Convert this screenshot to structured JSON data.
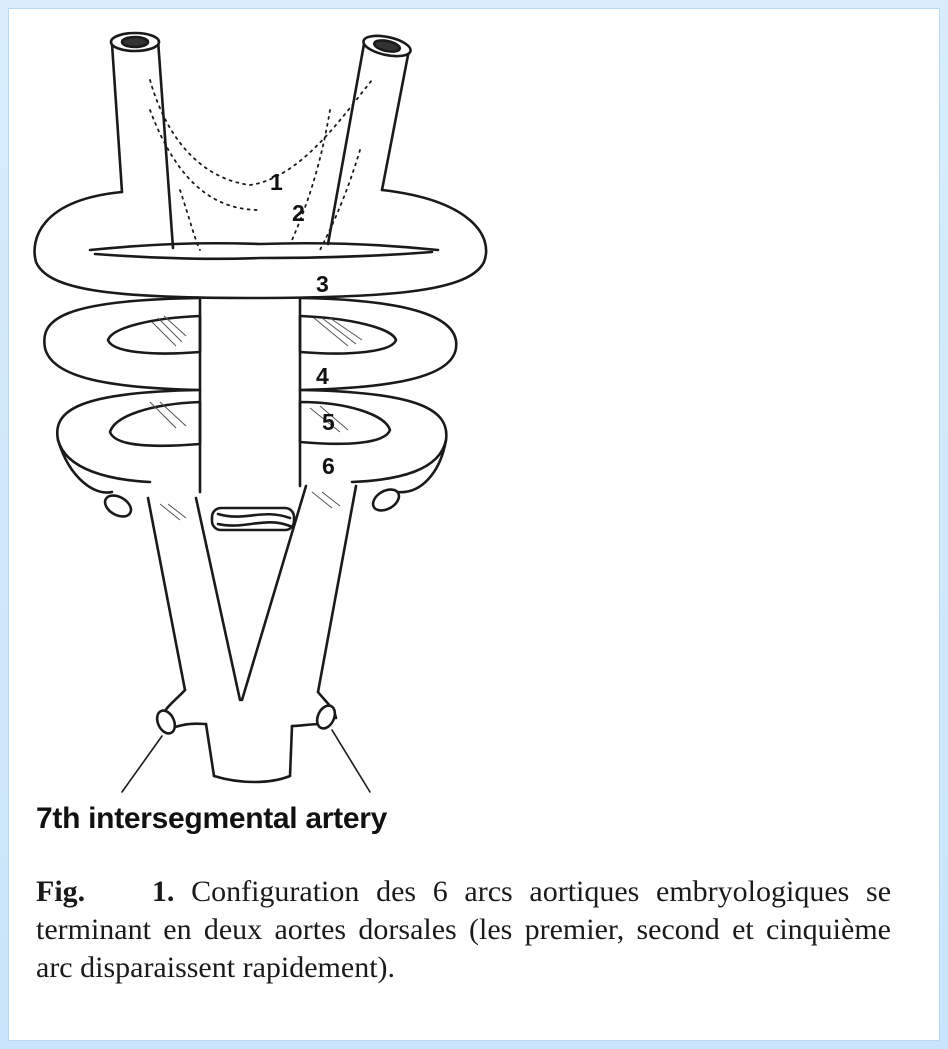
{
  "labels": {
    "arch1": "1",
    "arch2": "2",
    "arch3": "3",
    "arch4": "4",
    "arch5": "5",
    "arch6": "6",
    "intersegmental": "7th intersegmental artery"
  },
  "caption": {
    "fig_label": "Fig.",
    "fig_number": "1.",
    "text": "Configuration des 6 arcs aortiques embryologiques se terminant en deux aortes dorsales (les premier, second et cinquième arc disparaissent rapidement)."
  }
}
